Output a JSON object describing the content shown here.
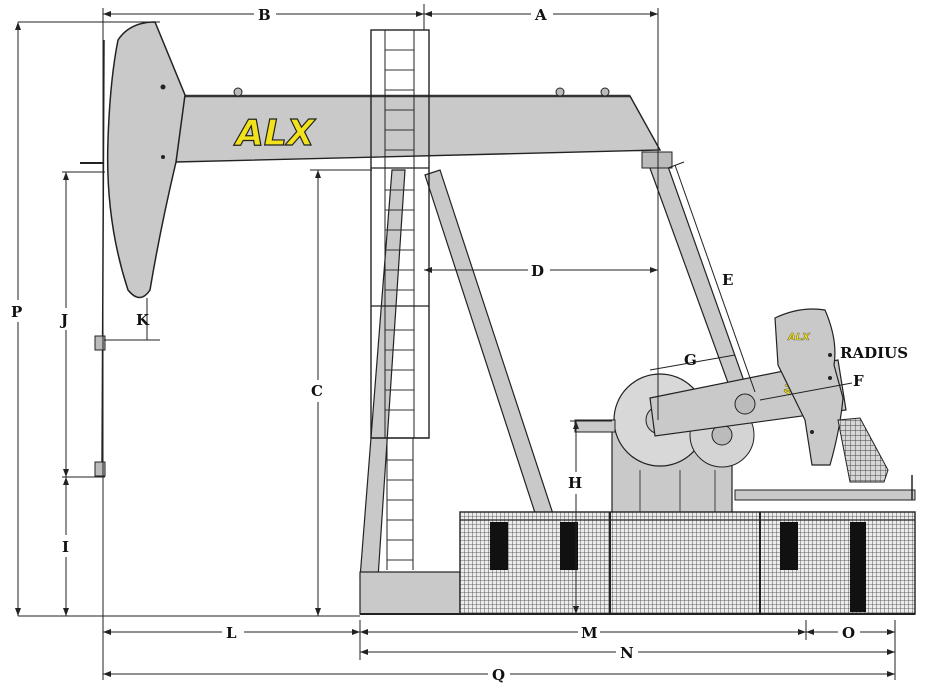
{
  "diagram": {
    "brand_logo": "ALX",
    "dimension_labels": {
      "a": "A",
      "b": "B",
      "c": "C",
      "d": "D",
      "e": "E",
      "f": "F",
      "g": "G",
      "h": "H",
      "i": "I",
      "j": "J",
      "k": "K",
      "l": "L",
      "m": "M",
      "n": "N",
      "o": "O",
      "p": "P",
      "q": "Q"
    },
    "radius_label": "RADIUS"
  },
  "colors": {
    "steel": "#c9c9c9",
    "steel_dark": "#9e9e9e",
    "outline": "#222222",
    "logo_yellow": "#f2e21b"
  },
  "icons": [
    "pumpjack-illustration",
    "ladder-icon",
    "gearbox-icon",
    "counterweight-icon"
  ]
}
